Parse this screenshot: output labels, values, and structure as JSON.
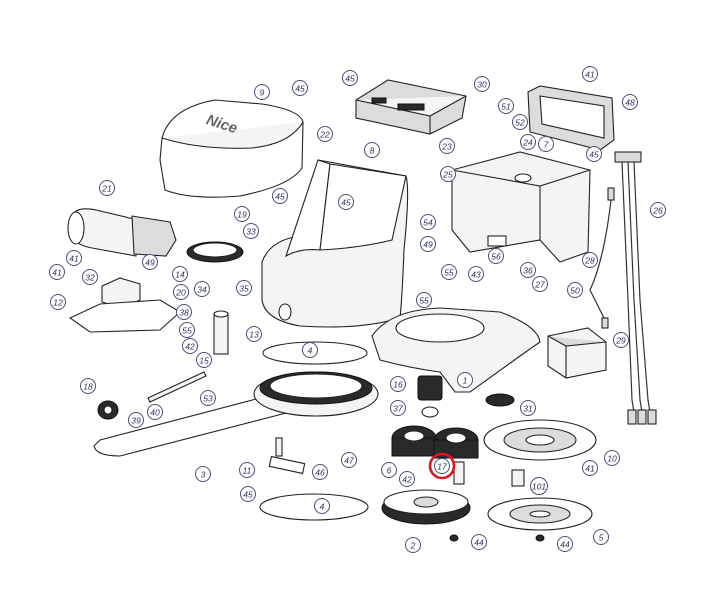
{
  "diagram": {
    "logo_text": "Nice",
    "highlighted_callout": "17",
    "callouts": [
      {
        "label": "45"
      },
      {
        "label": "30"
      },
      {
        "label": "41"
      },
      {
        "label": "48"
      },
      {
        "label": "9"
      },
      {
        "label": "45"
      },
      {
        "label": "22"
      },
      {
        "label": "51"
      },
      {
        "label": "52"
      },
      {
        "label": "23"
      },
      {
        "label": "24"
      },
      {
        "label": "7"
      },
      {
        "label": "8"
      },
      {
        "label": "25"
      },
      {
        "label": "45"
      },
      {
        "label": "21"
      },
      {
        "label": "45"
      },
      {
        "label": "45"
      },
      {
        "label": "19"
      },
      {
        "label": "33"
      },
      {
        "label": "54"
      },
      {
        "label": "26"
      },
      {
        "label": "41"
      },
      {
        "label": "49"
      },
      {
        "label": "14"
      },
      {
        "label": "49"
      },
      {
        "label": "55"
      },
      {
        "label": "43"
      },
      {
        "label": "56"
      },
      {
        "label": "41"
      },
      {
        "label": "32"
      },
      {
        "label": "20"
      },
      {
        "label": "34"
      },
      {
        "label": "35"
      },
      {
        "label": "36"
      },
      {
        "label": "28"
      },
      {
        "label": "27"
      },
      {
        "label": "50"
      },
      {
        "label": "12"
      },
      {
        "label": "38"
      },
      {
        "label": "55"
      },
      {
        "label": "55"
      },
      {
        "label": "13"
      },
      {
        "label": "42"
      },
      {
        "label": "4"
      },
      {
        "label": "29"
      },
      {
        "label": "15"
      },
      {
        "label": "16"
      },
      {
        "label": "1"
      },
      {
        "label": "18"
      },
      {
        "label": "40"
      },
      {
        "label": "53"
      },
      {
        "label": "39"
      },
      {
        "label": "37"
      },
      {
        "label": "31"
      },
      {
        "label": "47"
      },
      {
        "label": "3"
      },
      {
        "label": "11"
      },
      {
        "label": "46"
      },
      {
        "label": "6"
      },
      {
        "label": "17"
      },
      {
        "label": "42"
      },
      {
        "label": "41"
      },
      {
        "label": "10"
      },
      {
        "label": "45"
      },
      {
        "label": "101"
      },
      {
        "label": "4"
      },
      {
        "label": "2"
      },
      {
        "label": "44"
      },
      {
        "label": "5"
      },
      {
        "label": "44"
      }
    ]
  }
}
